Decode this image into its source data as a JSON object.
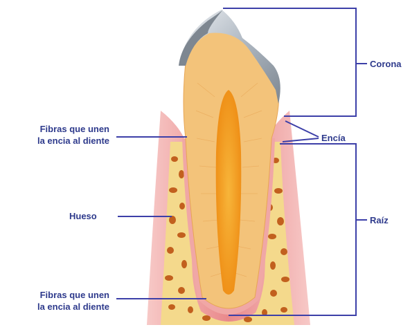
{
  "labels": {
    "corona": "Corona",
    "encia": "Encía",
    "raiz": "Raíz",
    "hueso": "Hueso",
    "fibras_top": [
      "Fibras que unen",
      "la encia al diente"
    ],
    "fibras_bottom": [
      "Fibras que unen",
      "la encia al diente"
    ]
  },
  "colors": {
    "leader_line": "#3c3fa8",
    "label_text": "#2e3a8c",
    "gum": "#e9898b",
    "bone": "#f4d98c",
    "bone_pores": "#c2601e",
    "dentin": "#f3c37a",
    "pulp": "#f39a1c",
    "enamel": "#b7bfc8"
  }
}
